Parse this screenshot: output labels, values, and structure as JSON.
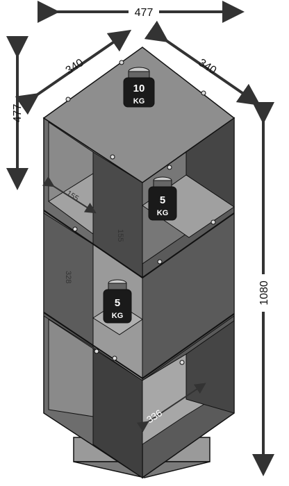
{
  "dimensions": {
    "top_width": "477",
    "left_depth": "340",
    "right_depth": "340",
    "left_height": "477",
    "total_height": "1080",
    "inner_width": "336",
    "inner_depth_a": "155",
    "inner_depth_b": "155",
    "inner_height": "328"
  },
  "weights": {
    "top": {
      "value": "10",
      "unit": "KG"
    },
    "middle": {
      "value": "5",
      "unit": "KG"
    },
    "lower": {
      "value": "5",
      "unit": "KG"
    }
  },
  "colors": {
    "top_face": "#8e8e8e",
    "left_face": "#6d6d6d",
    "right_face": "#5a5a5a",
    "shelf": "#9a9a9a",
    "dark_panel": "#3f3f3f",
    "outline": "#111111",
    "weight_body": "#1a1a1a"
  }
}
